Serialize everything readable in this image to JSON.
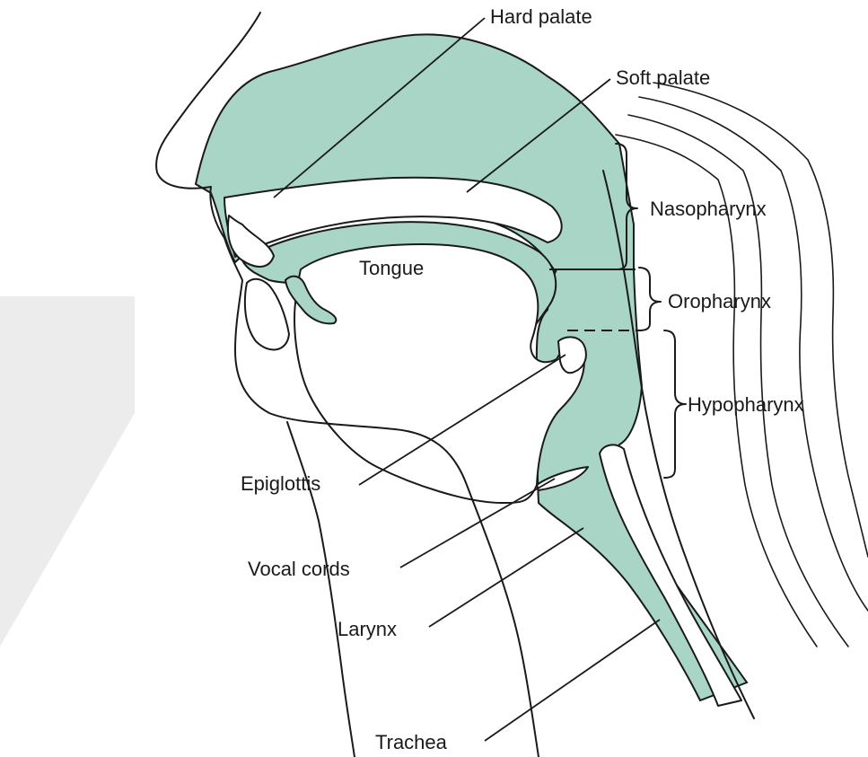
{
  "diagram": {
    "colors": {
      "tissue_fill": "#a9d5c6",
      "outline": "#1a1a1a",
      "watermark": "#ececec"
    },
    "labels": {
      "hard_palate": "Hard palate",
      "soft_palate": "Soft palate",
      "nasopharynx": "Nasopharynx",
      "tongue": "Tongue",
      "oropharynx": "Oropharynx",
      "hypopharynx": "Hypopharynx",
      "epiglottis": "Epiglottis",
      "vocal_cords": "Vocal cords",
      "larynx": "Larynx",
      "trachea": "Trachea"
    }
  }
}
